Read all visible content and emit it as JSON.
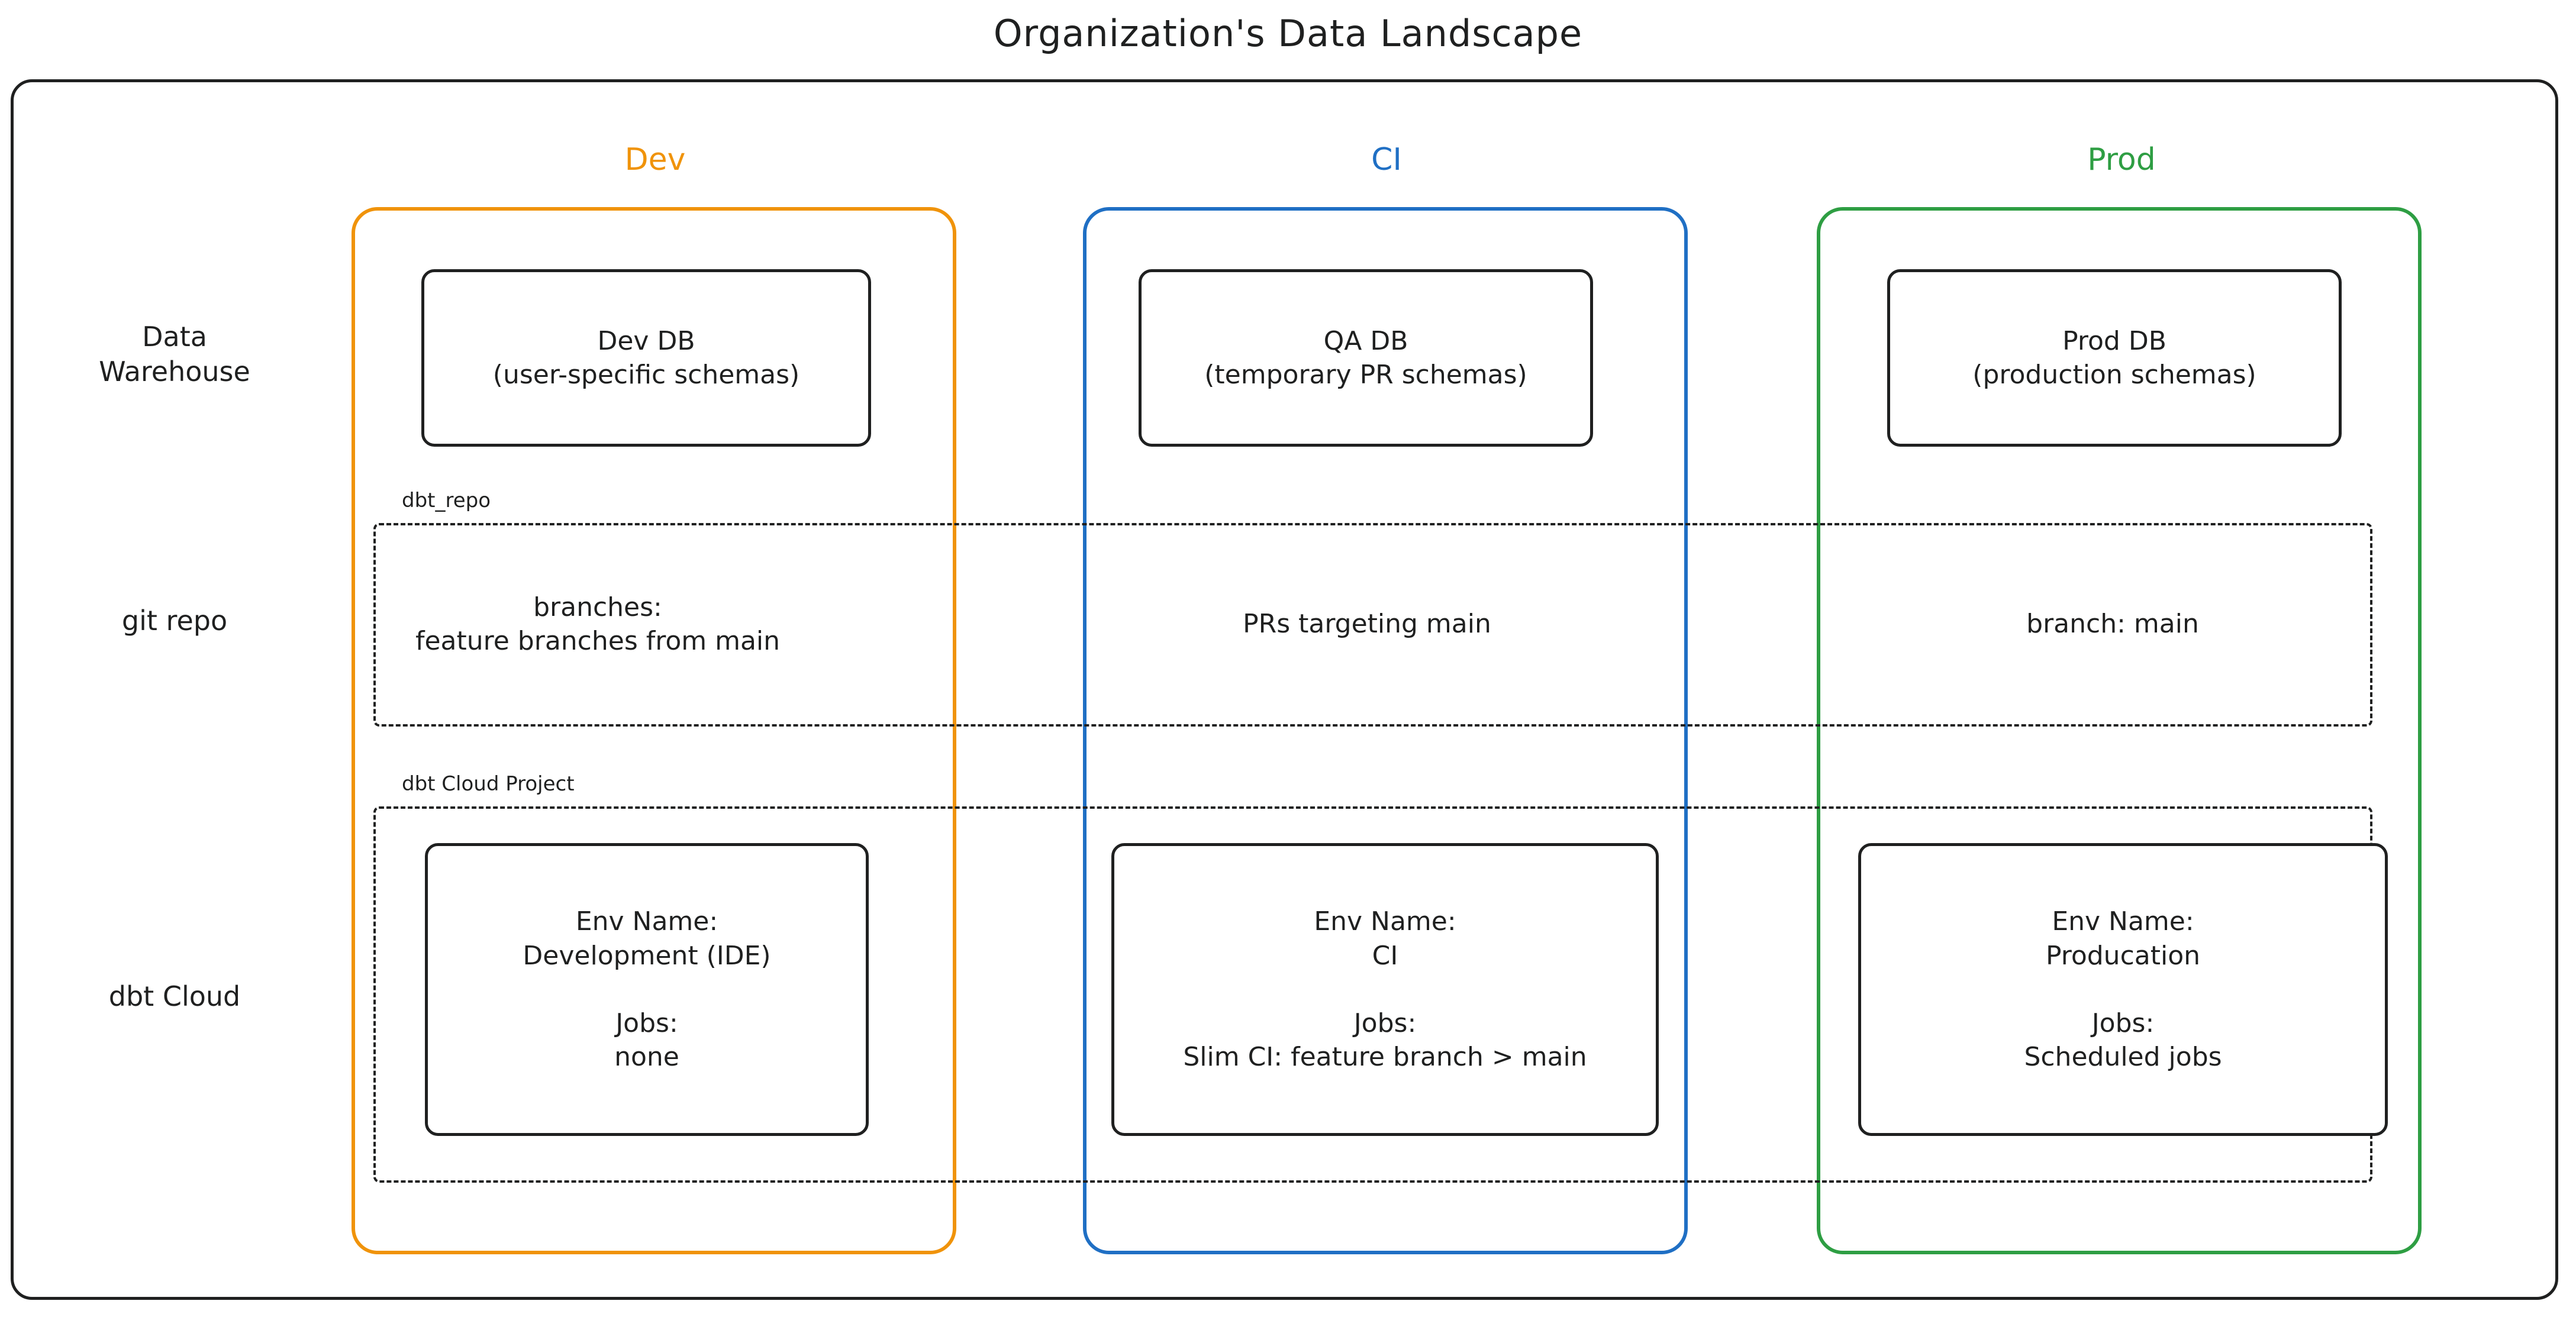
{
  "title": "Organization's Data Landscape",
  "colors": {
    "dev": "#F0930A",
    "ci": "#1F6FC4",
    "prod": "#2E9E43",
    "stroke": "#1F2020",
    "background": "#FFFFFF"
  },
  "columns": [
    {
      "key": "dev",
      "label": "Dev",
      "color": "#F0930A"
    },
    {
      "key": "ci",
      "label": "CI",
      "color": "#1F6FC4"
    },
    {
      "key": "prod",
      "label": "Prod",
      "color": "#2E9E43"
    }
  ],
  "rows": [
    {
      "key": "data-warehouse",
      "label": "Data\nWarehouse"
    },
    {
      "key": "git-repo",
      "label": "git repo"
    },
    {
      "key": "dbt-cloud",
      "label": "dbt Cloud"
    }
  ],
  "groups": {
    "git_repo": {
      "label": "dbt_repo",
      "style": "dashed"
    },
    "dbt_cloud": {
      "label": "dbt Cloud Project",
      "style": "dashed"
    }
  },
  "cells": {
    "data_warehouse": {
      "dev": "Dev DB\n(user-specific schemas)",
      "ci": "QA DB\n(temporary PR schemas)",
      "prod": "Prod DB\n(production schemas)"
    },
    "git_repo": {
      "dev": "branches:\nfeature branches from main",
      "ci": "PRs targeting main",
      "prod": "branch: main"
    },
    "dbt_cloud": {
      "dev": "Env Name:\nDevelopment (IDE)\n\nJobs:\nnone",
      "ci": "Env Name:\nCI\n\nJobs:\nSlim CI: feature branch > main",
      "prod": "Env Name:\nProducation\n\nJobs:\nScheduled jobs"
    }
  }
}
